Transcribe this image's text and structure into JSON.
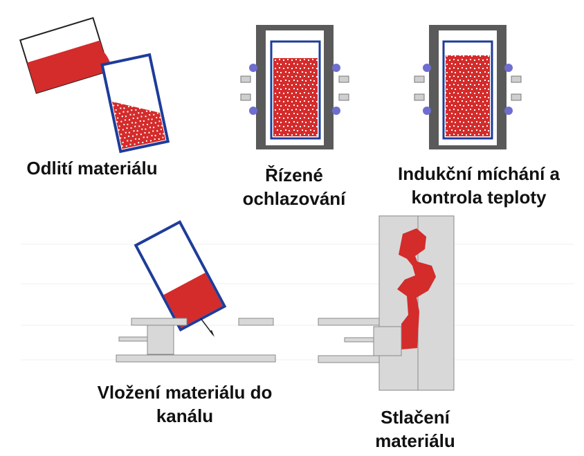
{
  "colors": {
    "melt": "#d42b2b",
    "container_outline": "#1e3c9a",
    "furnace": "#5a5a5a",
    "coil": "#6e6ed0",
    "die": "#d8d8d8",
    "die_outline": "#888888",
    "background": "#ffffff"
  },
  "captions": {
    "pouring": [
      "Odlití materiálu"
    ],
    "cooling": [
      "Řízené",
      "ochlazování"
    ],
    "stirring": [
      "Indukční míchání a",
      "kontrola teploty"
    ],
    "insertion": [
      "Vložení materiálu do",
      "kanálu"
    ],
    "compression": [
      "Stlačení",
      "materiálu"
    ]
  }
}
